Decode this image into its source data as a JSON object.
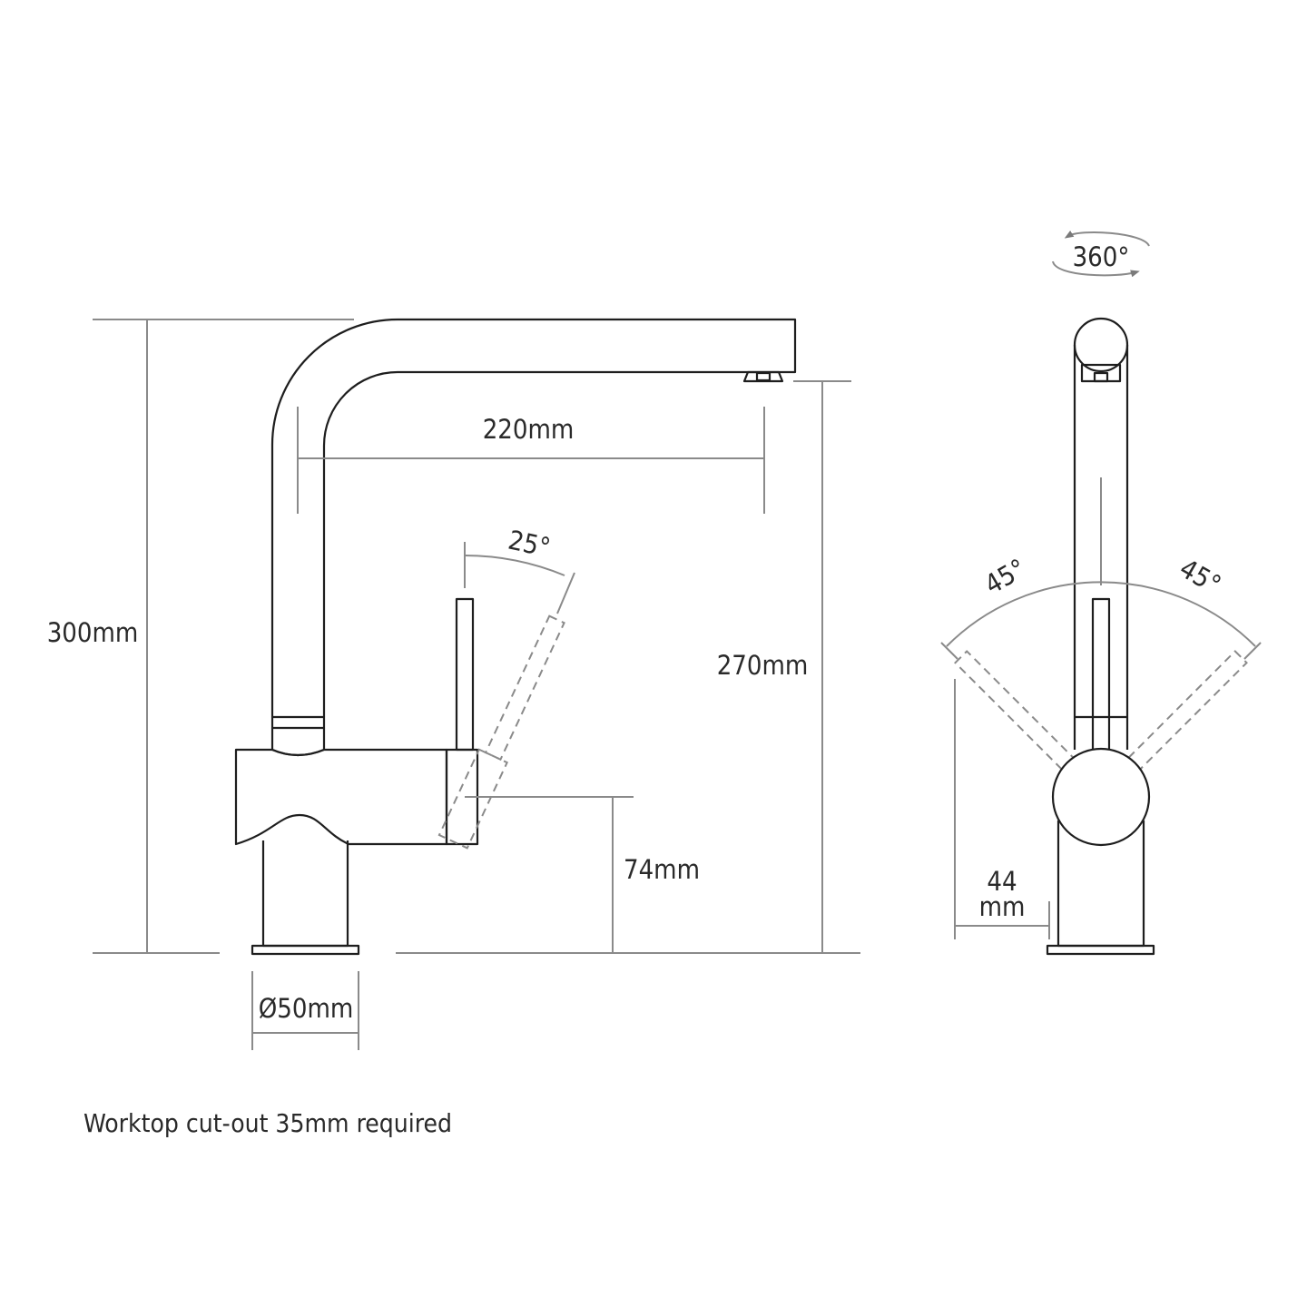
{
  "dimensions": {
    "height_total": "300mm",
    "spout_reach": "220mm",
    "spout_clearance": "270mm",
    "lever_height": "74mm",
    "base_diameter": "Ø50mm",
    "lever_offset_line1": "44",
    "lever_offset_line2": "mm"
  },
  "angles": {
    "lever_tilt": "25°",
    "lever_left": "45°",
    "lever_right": "45°",
    "spout_swivel": "360°"
  },
  "note": "Worktop cut-out 35mm required"
}
